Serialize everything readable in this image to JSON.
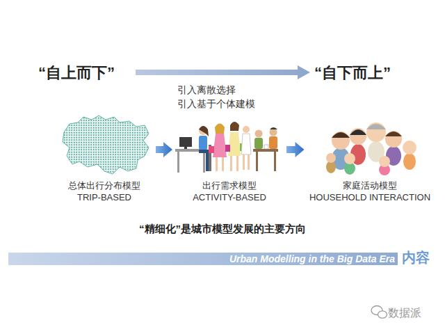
{
  "diagram": {
    "nodes": [
      {
        "text": [
          "总体出行分布模型",
          "TRIP-BASED"
        ]
      },
      {
        "text": [
          "出行需求模型",
          "ACTIVITY-BASED"
        ]
      },
      {
        "text": [
          "家庭活动模型",
          "HOUSEHOLD INTERACTION"
        ]
      },
      {
        "text": [
          "Urban Modelling in the Big Data Era"
        ]
      }
    ],
    "edges": [
      {
        "from": 0,
        "to": 1,
        "arrow": "to"
      },
      {
        "from": 1,
        "to": 2,
        "arrow": "to"
      }
    ],
    "labels": [
      "“自上而下”",
      "“自下而上”",
      "引入离散选择",
      "引入基于个体建模",
      "“精细化”是城市模型发展的主要方向",
      "内容",
      "数据派"
    ]
  }
}
